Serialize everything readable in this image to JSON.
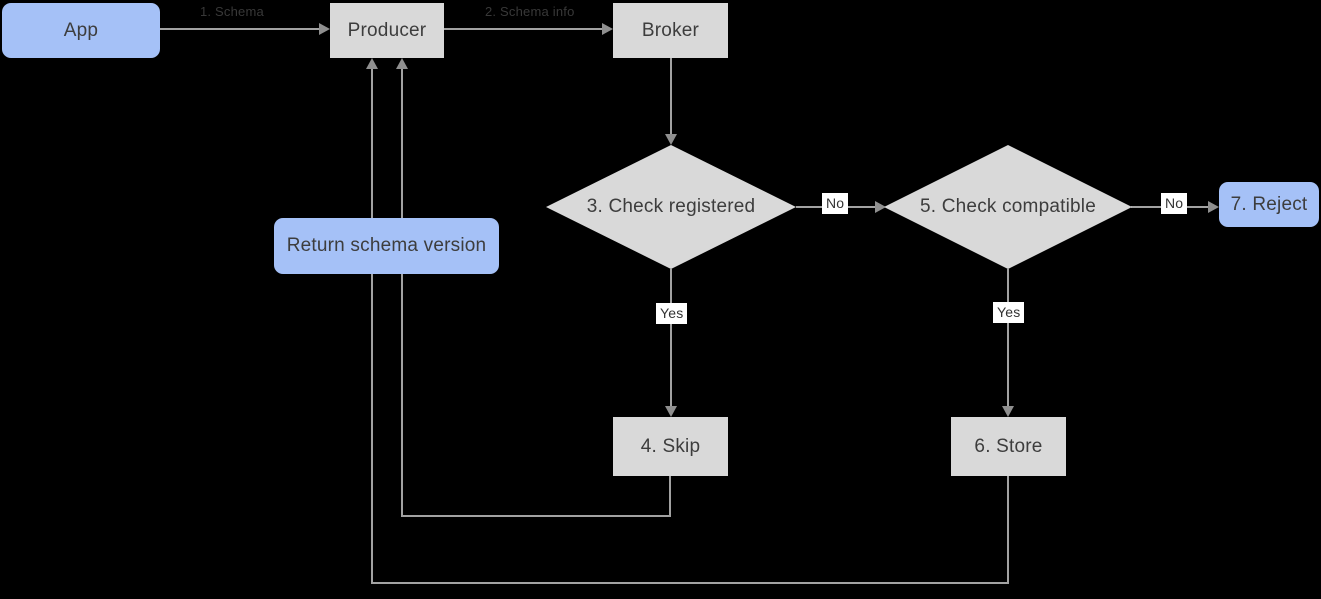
{
  "canvas": {
    "background": "#000000"
  },
  "colors": {
    "accent_blue": "#a5c1f7",
    "node_gray": "#d9d9d9",
    "line_gray": "#a2a2a2",
    "arrow_gray": "#8f8f8f",
    "text_dark": "#3d3d3d",
    "edge_label_bg": "#ffffff"
  },
  "nodes": {
    "app": {
      "label": "App"
    },
    "producer": {
      "label": "Producer"
    },
    "broker": {
      "label": "Broker"
    },
    "check_registered": {
      "label": "3. Check registered"
    },
    "check_compatible": {
      "label": "5. Check compatible"
    },
    "skip": {
      "label": "4. Skip"
    },
    "store": {
      "label": "6. Store"
    },
    "reject": {
      "label": "7. Reject"
    },
    "return_schema_version": {
      "label": "Return schema version"
    }
  },
  "edges": {
    "app_to_producer": {
      "label": "1. Schema"
    },
    "producer_to_broker": {
      "label": "2. Schema info"
    },
    "registered_no": {
      "label": "No"
    },
    "compatible_no": {
      "label": "No"
    },
    "registered_yes": {
      "label": "Yes"
    },
    "compatible_yes": {
      "label": "Yes"
    }
  }
}
